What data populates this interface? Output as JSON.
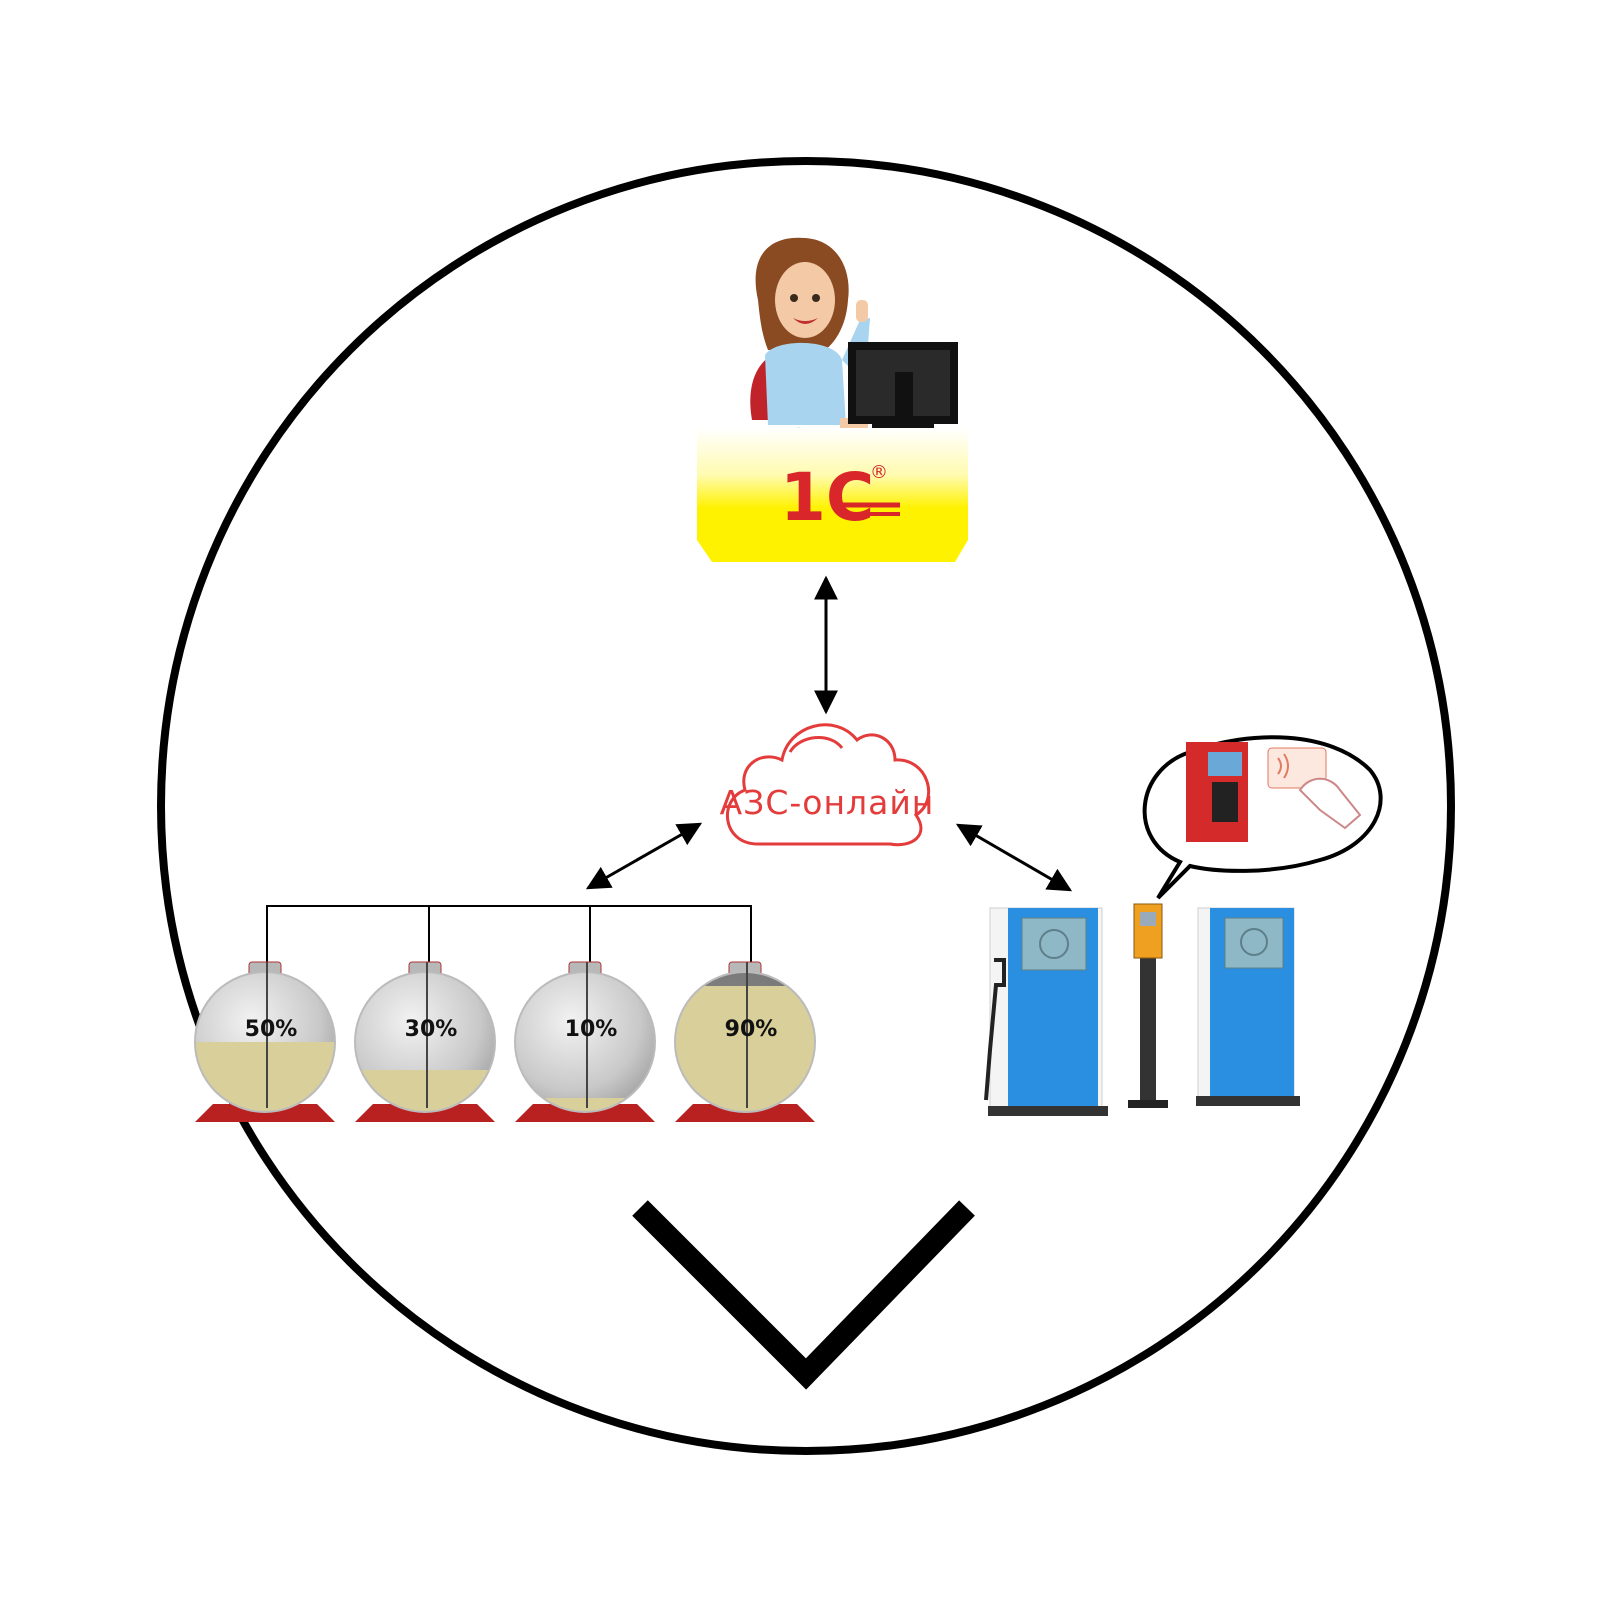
{
  "colors": {
    "outline": "#000000",
    "cloud": "#e43b3b",
    "desk_yellow": "#fff200",
    "logo_red": "#d8262a",
    "fuel": "#d8cf9a",
    "tank_shell": "#cfcfcf",
    "tank_stand": "#b8211f",
    "dispenser_blue": "#2a8fe0",
    "terminal_red": "#d42a2a",
    "terminal_orange": "#f0a020"
  },
  "icons": {
    "operator": "office-worker-icon",
    "hub": "cloud-icon",
    "card": "contactless-card-icon",
    "next": "chevron-down-icon"
  },
  "logo": {
    "text": "1С",
    "reg": "®"
  },
  "hub": {
    "label": "АЗС-онлайн"
  },
  "tanks": [
    {
      "label": "50%",
      "level": 0.5
    },
    {
      "label": "30%",
      "level": 0.3
    },
    {
      "label": "10%",
      "level": 0.1
    },
    {
      "label": "90%",
      "level": 0.9
    }
  ]
}
